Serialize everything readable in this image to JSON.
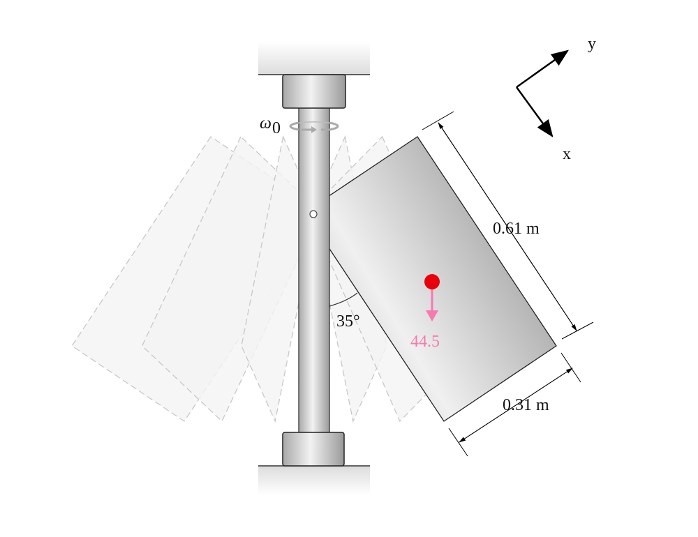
{
  "labels": {
    "omega": "ω",
    "omega_sub": "0",
    "angle": "35°",
    "length_long": "0.61 m",
    "length_short": "0.31 m",
    "axis_x": "x",
    "axis_y": "y",
    "weight": "44.5"
  },
  "values": {
    "tilt_angle_deg": 35,
    "plate_length_m": 0.61,
    "plate_width_m": 0.31,
    "weight": 44.5
  },
  "colors": {
    "center_of_mass": "#e8000b",
    "weight_arrow": "#f57ab0",
    "ghost_outline": "#c8c8c8",
    "ghost_fill": "#f4f4f4"
  }
}
